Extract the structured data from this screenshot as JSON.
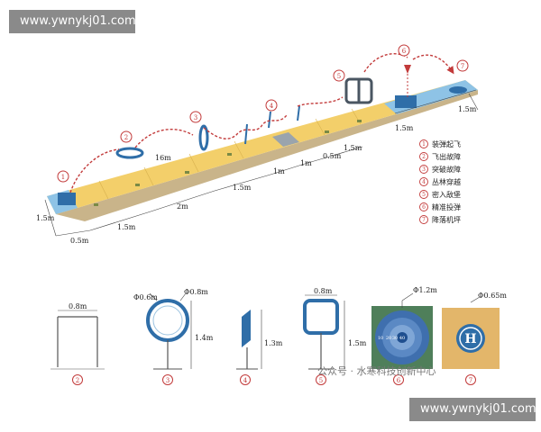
{
  "watermark": {
    "top": "www.ywnykj01.com",
    "bottom": "www.ywnykj01.com"
  },
  "wechat_caption": "公众号 · 水寒科技创新中心",
  "legend": [
    {
      "num": "1",
      "label": "装弹起飞"
    },
    {
      "num": "2",
      "label": "飞出故障"
    },
    {
      "num": "3",
      "label": "突破故障"
    },
    {
      "num": "4",
      "label": "丛林穿越"
    },
    {
      "num": "5",
      "label": "密入敌堡"
    },
    {
      "num": "6",
      "label": "精准投弹"
    },
    {
      "num": "7",
      "label": "降落机坪"
    }
  ],
  "course_dims": {
    "left_width": "1.5m",
    "start_len": "0.5m",
    "seg_1": "1.5m",
    "seg_2": "2m",
    "seg_3": "1.5m",
    "seg_4": "1m",
    "seg_5": "1m",
    "seg_6": "0.5m",
    "seg_7": "1.5m",
    "total": "16m",
    "seg_8": "1.5m",
    "end_width": "1.5m"
  },
  "obstacles": {
    "gate": {
      "num": "2",
      "width": "0.8m"
    },
    "ring": {
      "num": "3",
      "inner": "Φ0.6m",
      "outer": "Φ0.8m",
      "height": "1.4m"
    },
    "flag": {
      "num": "4",
      "height": "1.3m"
    },
    "box": {
      "num": "5",
      "width": "0.8m",
      "height": "1.5m"
    },
    "target": {
      "num": "6",
      "diameter": "Φ1.2m",
      "rings": [
        "10",
        "20",
        "30",
        "40"
      ]
    },
    "pad": {
      "num": "7",
      "diameter": "Φ0.65m",
      "symbol": "H"
    }
  },
  "colors": {
    "accent_red": "#c23a3a",
    "course_yellow": "#f3cf6a",
    "course_blue": "#8ec3e6",
    "frame_blue": "#2f6ea8"
  }
}
